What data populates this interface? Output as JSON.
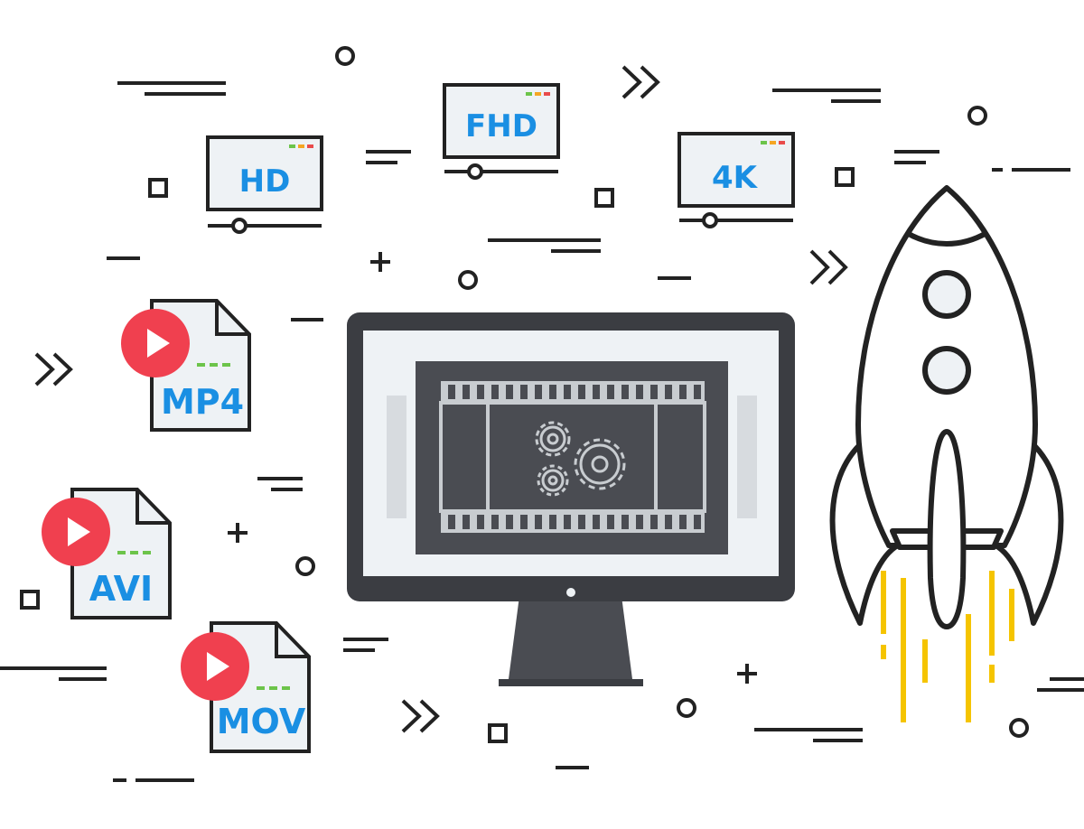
{
  "colors": {
    "outline": "#222222",
    "screen_fill": "#eef2f5",
    "accent_blue": "#1a8fe3",
    "play_red": "#f0404f",
    "led_green": "#6cc44a",
    "led_orange": "#f5a623",
    "led_red": "#e94b4b",
    "monitor_dark": "#3b3d42",
    "monitor_panel": "#4a4c52",
    "flame_yellow": "#f5c400"
  },
  "screens": [
    {
      "id": "hd",
      "label": "HD"
    },
    {
      "id": "fhd",
      "label": "FHD"
    },
    {
      "id": "4k",
      "label": "4K"
    }
  ],
  "files": [
    {
      "id": "mp4",
      "label": "MP4",
      "icon": "play-icon"
    },
    {
      "id": "avi",
      "label": "AVI",
      "icon": "play-icon"
    },
    {
      "id": "mov",
      "label": "MOV",
      "icon": "play-icon"
    }
  ],
  "center": {
    "icons": [
      "film-strip-icon",
      "gear-icon"
    ]
  },
  "rocket": {
    "icon": "rocket-icon"
  }
}
